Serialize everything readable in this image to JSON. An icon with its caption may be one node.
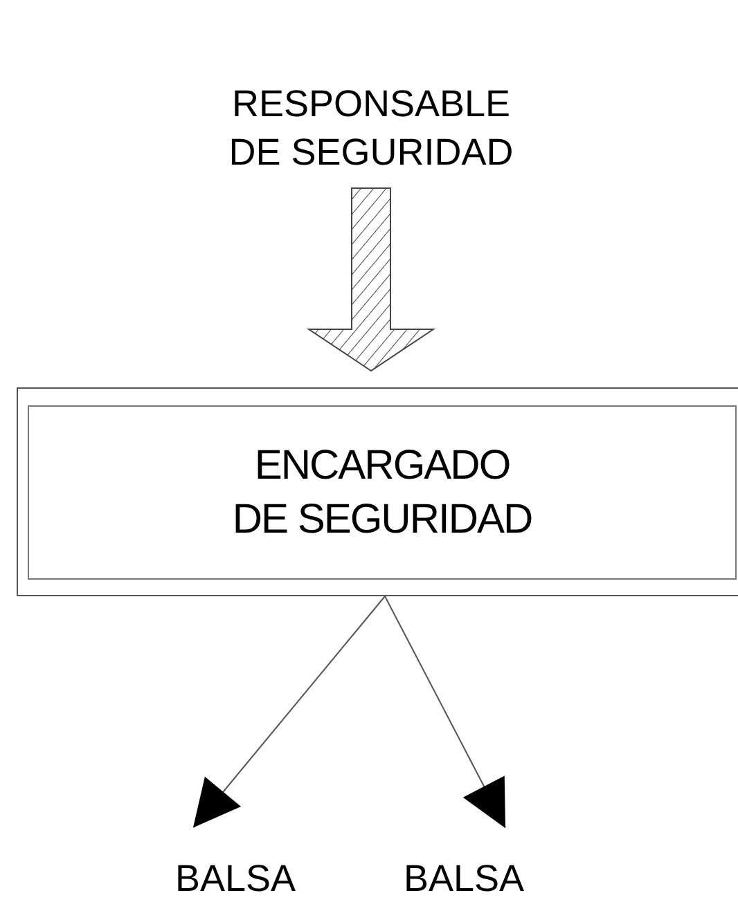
{
  "diagram": {
    "nodes": [
      {
        "text": [
          "RESPONSABLE DE SEGURIDAD"
        ]
      },
      {
        "text": [
          "ENCARGADO DE SEGURIDAD"
        ]
      },
      {
        "text": [
          "BALSA"
        ]
      },
      {
        "text": [
          "BALSA"
        ]
      }
    ],
    "edges": [
      {
        "from": 0,
        "to": 1,
        "arrow": "to",
        "style": "thick"
      },
      {
        "from": 1,
        "to": 2,
        "arrow": "to"
      },
      {
        "from": 1,
        "to": 3,
        "arrow": "to"
      }
    ]
  }
}
